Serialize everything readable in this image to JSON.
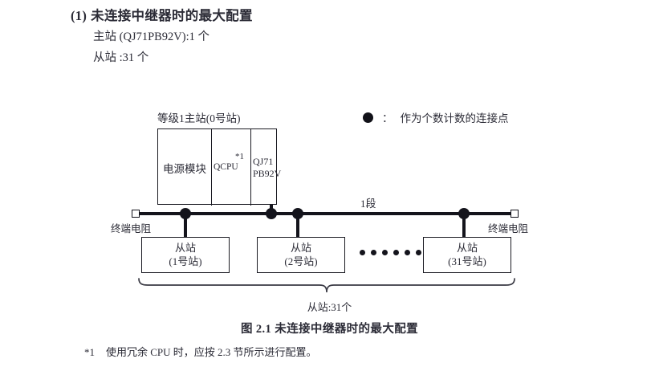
{
  "heading": {
    "number": "(1)",
    "title": "未连接中继器时的最大配置",
    "master_line": "主站 (QJ71PB92V):1 个",
    "slave_line": "从站 :31 个"
  },
  "legend": {
    "symbol": "filled-circle",
    "colon": "：",
    "text": "作为个数计数的连接点"
  },
  "diagram": {
    "master": {
      "title": "等级1主站(0号站)",
      "cells": {
        "power": "电源模块",
        "cpu": "QCPU",
        "cpu_note": "*1",
        "network_line1": "QJ71",
        "network_line2": "PB92V"
      }
    },
    "bus": {
      "segment_label": "1段",
      "terminator_left": "终端电阻",
      "terminator_right": "终端电阻"
    },
    "slaves": [
      {
        "name": "从站",
        "station": "(1号站)"
      },
      {
        "name": "从站",
        "station": "(2号站)"
      },
      {
        "name": "从站",
        "station": "(31号站)"
      }
    ],
    "ellipsis_dots": 6,
    "brace_label": "从站:31个"
  },
  "caption": "图 2.1  未连接中继器时的最大配置",
  "footnote": {
    "mark": "*1",
    "text": "使用冗余 CPU 时，应按 2.3 节所示进行配置。"
  }
}
